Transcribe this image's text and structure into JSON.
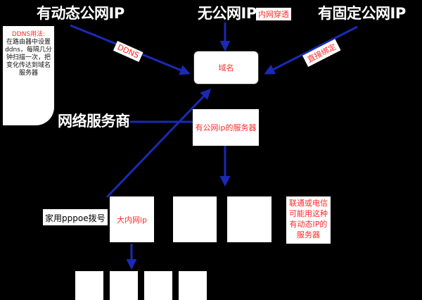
{
  "headings": {
    "dynamic_ip": "有动态公网IP",
    "no_public_ip": "无公网IP",
    "fixed_ip": "有固定公网IP",
    "isp": "网络服务商"
  },
  "badges": {
    "nat_traversal": "内网穿透",
    "ddns": "DDNS",
    "direct_bind": "直接绑定"
  },
  "note": {
    "title": "DDNS用法:",
    "lines": [
      "在路由器中设置",
      "ddns，每隔几分",
      "钟扫描一次，把",
      "变化传达到域名",
      "服务器"
    ]
  },
  "boxes": {
    "domain": "域名",
    "public_server": "有公网ip的服务器",
    "lan_ip": "大内网ip"
  },
  "labels": {
    "pppoe": "家用pppoe拨号"
  },
  "isp_note": {
    "lines": [
      "联通或电信",
      "可能用这种",
      "有动态IP的",
      "服务器"
    ]
  },
  "colors": {
    "arrow": "#1a2ab5",
    "text_red": "#ff2a2a",
    "background": "#000000"
  }
}
